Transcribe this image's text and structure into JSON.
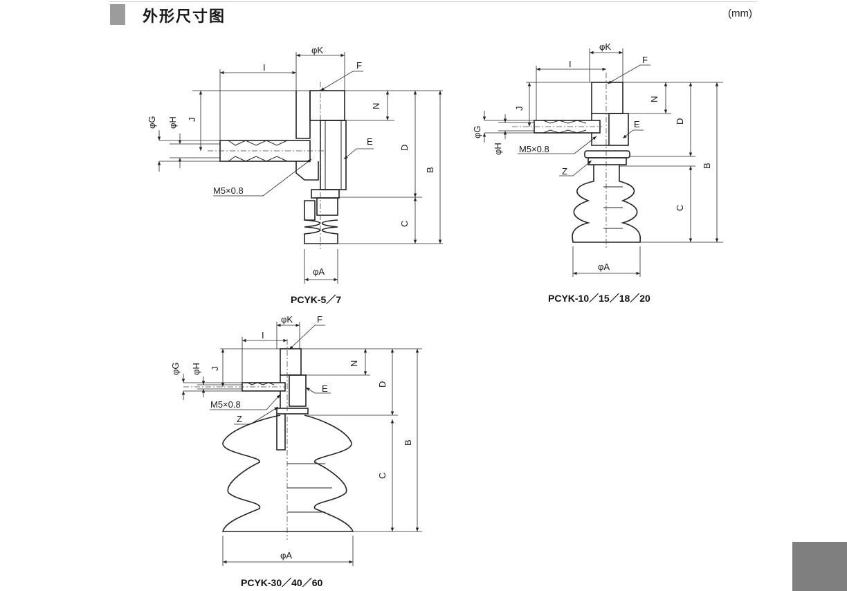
{
  "header": {
    "title": "外形尺寸图",
    "unit": "(mm)"
  },
  "drawings": [
    {
      "caption": "PCYK-5／7",
      "labels": {
        "phiK": "φK",
        "F": "F",
        "I": "I",
        "N": "N",
        "J": "J",
        "phiG": "φG",
        "phiH": "φH",
        "E": "E",
        "D": "D",
        "B": "B",
        "thread": "M5×0.8",
        "C": "C",
        "phiA": "φA"
      }
    },
    {
      "caption": "PCYK-10／15／18／20",
      "labels": {
        "phiK": "φK",
        "F": "F",
        "I": "I",
        "N": "N",
        "J": "J",
        "phiG": "φG",
        "phiH": "φH",
        "E": "E",
        "D": "D",
        "B": "B",
        "thread": "M5×0.8",
        "Z": "Z",
        "C": "C",
        "phiA": "φA"
      }
    },
    {
      "caption": "PCYK-30／40／60",
      "labels": {
        "phiK": "φK",
        "F": "F",
        "I": "I",
        "N": "N",
        "J": "J",
        "phiG": "φG",
        "phiH": "φH",
        "E": "E",
        "D": "D",
        "B": "B",
        "thread": "M5×0.8",
        "Z": "Z",
        "C": "C",
        "phiA": "φA"
      }
    }
  ]
}
